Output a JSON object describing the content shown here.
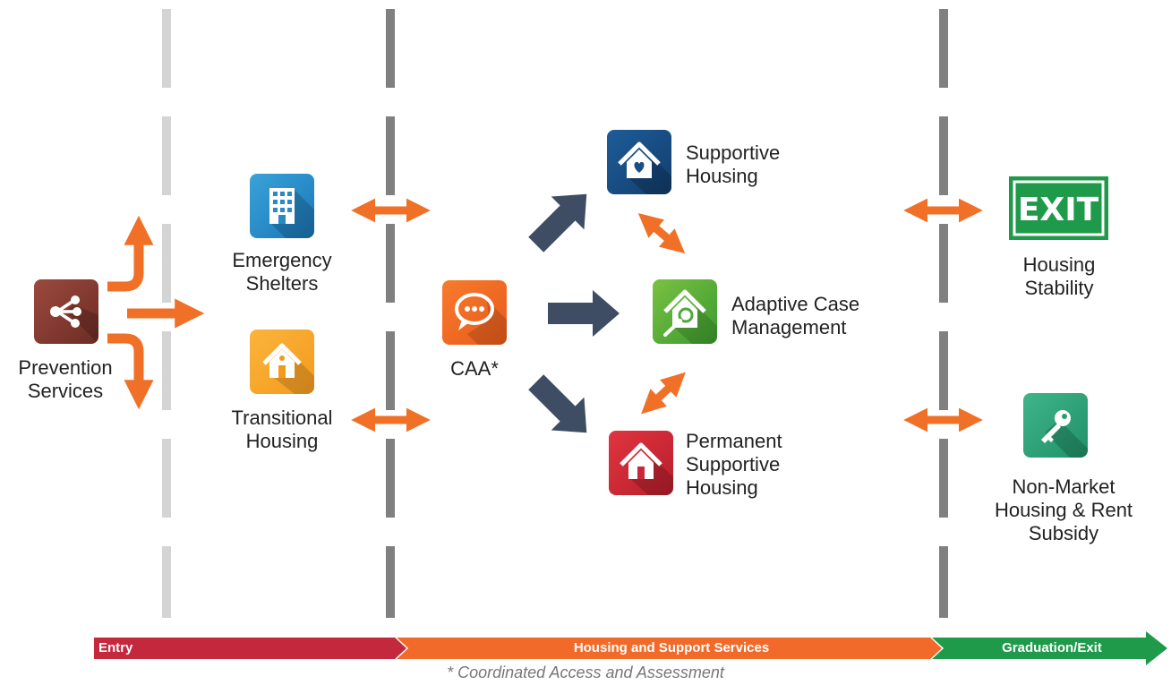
{
  "nodes": {
    "prevention": "Prevention\nServices",
    "emergency": "Emergency\nShelters",
    "transitional": "Transitional\nHousing",
    "caa": "CAA*",
    "supportive": "Supportive\nHousing",
    "adaptive": "Adaptive Case\nManagement",
    "permanent": "Permanent\nSupportive\nHousing",
    "stability": "Housing\nStability",
    "nonmarket": "Non-Market\nHousing & Rent\nSubsidy",
    "exit_sign": "EXIT"
  },
  "phases": {
    "entry": "Entry",
    "services": "Housing and Support Services",
    "graduation": "Graduation/Exit"
  },
  "footnote": "* Coordinated Access and Assessment",
  "colors": {
    "entry": "#c4283d",
    "services": "#f26a2a",
    "graduation": "#1f9a4a",
    "orange_arrow": "#f07027",
    "navy_arrow": "#3e4d63",
    "divider_light": "#d4d4d4",
    "divider_dark": "#808080"
  },
  "icons": {
    "prevention": "share-network-icon",
    "emergency": "building-icon",
    "transitional": "house-icon",
    "caa": "chat-bubble-icon",
    "supportive": "heart-house-icon",
    "adaptive": "house-search-icon",
    "permanent": "house-icon",
    "nonmarket": "key-icon"
  }
}
